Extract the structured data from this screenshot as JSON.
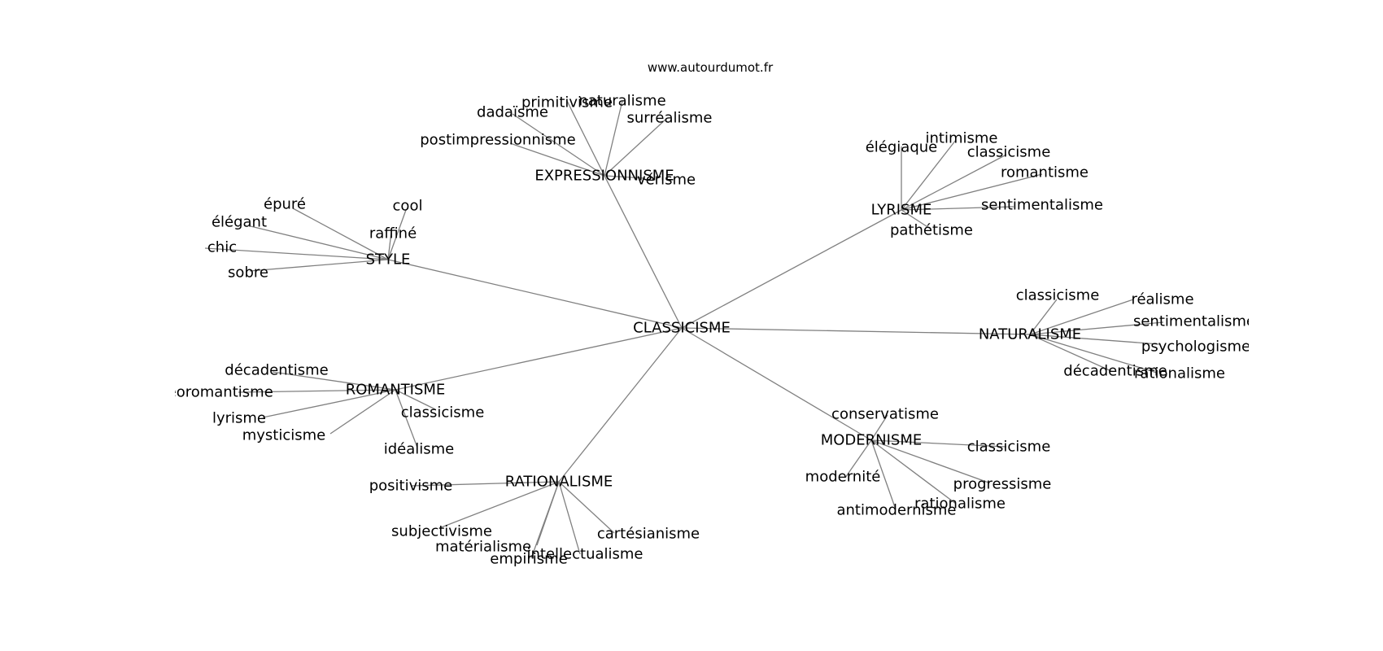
{
  "watermark": "www.autourdumot.fr",
  "colors": {
    "edge": "#808080",
    "text": "#000000",
    "background": "#ffffff"
  },
  "root": {
    "id": "classicisme",
    "label": "CLASSICISME"
  },
  "branches": [
    {
      "id": "expressionnisme",
      "label": "EXPRESSIONNISME",
      "leaves": [
        "dadaïsme",
        "primitivisme",
        "naturalisme",
        "surréalisme",
        "postimpressionnisme",
        "vérisme"
      ]
    },
    {
      "id": "lyrisme",
      "label": "LYRISME",
      "leaves": [
        "élégiaque",
        "intimisme",
        "classicisme",
        "romantisme",
        "sentimentalisme",
        "pathétisme"
      ]
    },
    {
      "id": "style",
      "label": "STYLE",
      "leaves": [
        "épuré",
        "cool",
        "élégant",
        "raffiné",
        "chic",
        "sobre"
      ]
    },
    {
      "id": "naturalisme",
      "label": "NATURALISME",
      "leaves": [
        "classicisme",
        "réalisme",
        "sentimentalisme",
        "psychologisme",
        "décadentisme",
        "rationalisme"
      ]
    },
    {
      "id": "romantisme",
      "label": "ROMANTISME",
      "leaves": [
        "décadentisme",
        "néoromantisme",
        "lyrisme",
        "classicisme",
        "mysticisme",
        "idéalisme"
      ]
    },
    {
      "id": "modernisme",
      "label": "MODERNISME",
      "leaves": [
        "conservatisme",
        "classicisme",
        "modernité",
        "progressisme",
        "rationalisme",
        "antimodernisme"
      ]
    },
    {
      "id": "rationalisme",
      "label": "RATIONALISME",
      "leaves": [
        "positivisme",
        "cartésianisme",
        "subjectivisme",
        "matérialisme",
        "intellectualisme",
        "empirisme"
      ]
    }
  ]
}
